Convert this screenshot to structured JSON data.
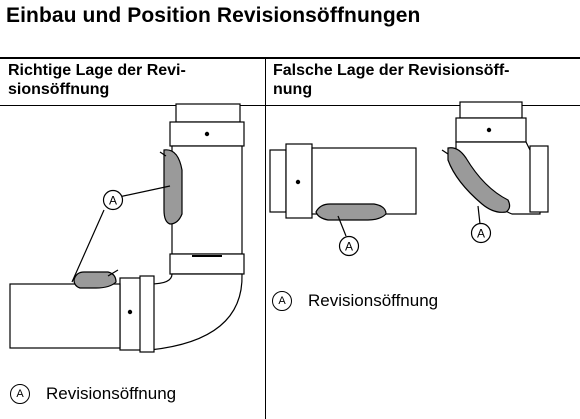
{
  "title": "Einbau und Position Revisionsöffnungen",
  "columns": [
    {
      "heading": "Richtige Lage der Revi-\nsionsöffnung"
    },
    {
      "heading": "Falsche Lage der Revisionsöff-\nnung"
    }
  ],
  "callout_letter": "A",
  "legend_left": {
    "symbol": "A",
    "label": "Revisionsöffnung"
  },
  "legend_right": {
    "symbol": "A",
    "label": "Revisionsöffnung"
  },
  "colors": {
    "line": "#000000",
    "fill_dark": "#9a9a9a",
    "fill_light": "#ffffff"
  }
}
